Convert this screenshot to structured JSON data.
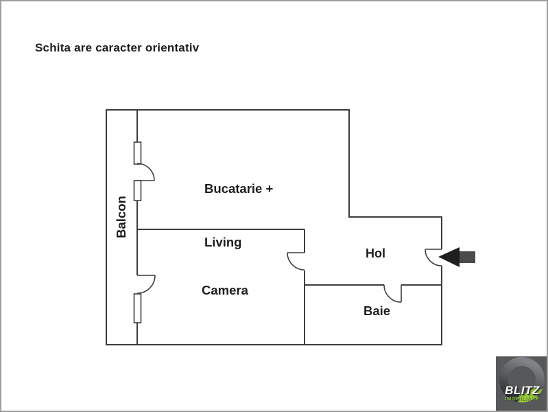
{
  "disclaimer": "Schita are caracter orientativ",
  "floorplan": {
    "rooms": {
      "bucatarie": {
        "line1": "Bucatarie +",
        "line2": "Living"
      },
      "camera": {
        "label": "Camera"
      },
      "hol": {
        "label": "Hol"
      },
      "baie": {
        "label": "Baie"
      },
      "balcon": {
        "label": "Balcon"
      }
    },
    "entrance": {
      "icon": "entrance-arrow-left"
    }
  },
  "watermark": {
    "brand": "BLITZ",
    "subtitle": "IMOBILIARE",
    "accent_color": "#9bcb3d",
    "background_color": "#57585a"
  },
  "colors": {
    "wall": "#3d3d3f",
    "label_text": "#1d1d1d",
    "page_border": "#9e9e9e",
    "arrow_head": "#1f1f1f",
    "arrow_shaft": "#4b4b4b"
  }
}
